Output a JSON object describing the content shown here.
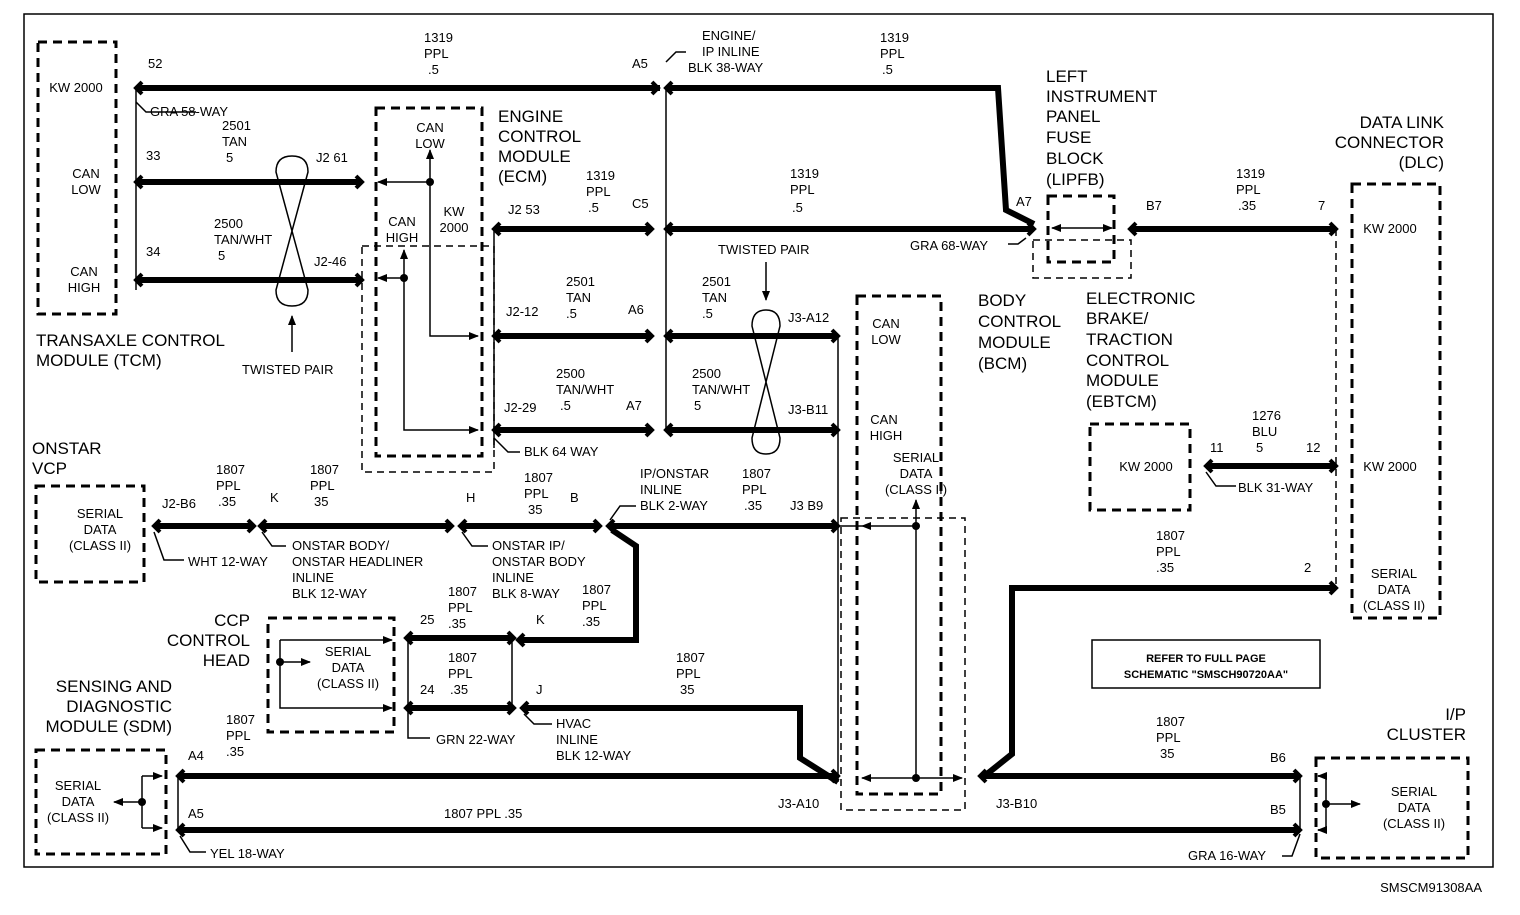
{
  "modules": {
    "tcm": {
      "name1": "TRANSAXLE CONTROL",
      "name2": "MODULE (TCM)",
      "kw": "KW 2000",
      "can_low1": "CAN",
      "can_low2": "LOW",
      "can_high1": "CAN",
      "can_high2": "HIGH"
    },
    "ecm": {
      "name1": "ENGINE",
      "name2": "CONTROL",
      "name3": "MODULE",
      "name4": "(ECM)",
      "can_low1": "CAN",
      "can_low2": "LOW",
      "can_high1": "CAN",
      "can_high2": "HIGH",
      "kw1": "KW",
      "kw2": "2000"
    },
    "lipfb": {
      "name1": "LEFT",
      "name2": "INSTRUMENT",
      "name3": "PANEL",
      "name4": "FUSE",
      "name5": "BLOCK",
      "name6": "(LIPFB)"
    },
    "dlc": {
      "name1": "DATA LINK",
      "name2": "CONNECTOR",
      "name3": "(DLC)",
      "kw1": "KW 2000",
      "kw2": "KW 2000",
      "serial1": "SERIAL",
      "serial2": "DATA",
      "serial3": "(CLASS II)"
    },
    "bcm": {
      "name1": "BODY",
      "name2": "CONTROL",
      "name3": "MODULE",
      "name4": "(BCM)",
      "can_low1": "CAN",
      "can_low2": "LOW",
      "can_high1": "CAN",
      "can_high2": "HIGH",
      "serial1": "SERIAL",
      "serial2": "DATA",
      "serial3": "(CLASS II)"
    },
    "ebtcm": {
      "name1": "ELECTRONIC",
      "name2": "BRAKE/",
      "name3": "TRACTION",
      "name4": "CONTROL",
      "name5": "MODULE",
      "name6": "(EBTCM)",
      "kw": "KW 2000"
    },
    "onstar": {
      "name1": "ONSTAR",
      "name2": "VCP",
      "serial1": "SERIAL",
      "serial2": "DATA",
      "serial3": "(CLASS II)"
    },
    "ccp": {
      "name1": "CCP",
      "name2": "CONTROL",
      "name3": "HEAD",
      "serial1": "SERIAL",
      "serial2": "DATA",
      "serial3": "(CLASS II)"
    },
    "sdm": {
      "name1": "SENSING AND",
      "name2": "DIAGNOSTIC",
      "name3": "MODULE (SDM)",
      "serial1": "SERIAL",
      "serial2": "DATA",
      "serial3": "(CLASS II)"
    },
    "ip": {
      "name1": "I/P",
      "name2": "CLUSTER",
      "serial1": "SERIAL",
      "serial2": "DATA",
      "serial3": "(CLASS II)"
    }
  },
  "wires": {
    "w1319_top_a": [
      "1319",
      "PPL",
      ".5"
    ],
    "w1319_top_b": [
      "1319",
      "PPL",
      ".5"
    ],
    "w2501_tcm": [
      "2501",
      "TAN",
      "5"
    ],
    "w2500_tcm": [
      "2500",
      "TAN/WHT",
      "5"
    ],
    "w1319_ecm": [
      "1319",
      "PPL",
      ".5"
    ],
    "w1319_mid": [
      "1319",
      "PPL",
      ".5"
    ],
    "w1319_dlc": [
      "1319",
      "PPL",
      ".35"
    ],
    "w2501_ecm": [
      "2501",
      "TAN",
      ".5"
    ],
    "w2501_bcm": [
      "2501",
      "TAN",
      ".5"
    ],
    "w2500_ecm": [
      "2500",
      "TAN/WHT",
      ".5"
    ],
    "w2500_bcm": [
      "2500",
      "TAN/WHT",
      "5"
    ],
    "w1276": [
      "1276",
      "BLU",
      "5"
    ],
    "w1807_a": [
      "1807",
      "PPL",
      ".35"
    ],
    "w1807_b": [
      "1807",
      "PPL",
      "35"
    ],
    "w1807_c": [
      "1807",
      "PPL",
      "35"
    ],
    "w1807_d": [
      "1807",
      "PPL",
      ".35"
    ],
    "w1807_dlc": [
      "1807",
      "PPL",
      ".35"
    ],
    "w1807_ccp1": [
      "1807",
      "PPL",
      ".35"
    ],
    "w1807_ccp2": [
      "1807",
      "PPL",
      ".35"
    ],
    "w1807_ccp3": [
      "1807",
      "PPL",
      ".35"
    ],
    "w1807_hvac": [
      "1807",
      "PPL",
      "35"
    ],
    "w1807_sdm": [
      "1807",
      "PPL",
      ".35"
    ],
    "w1807_ip": [
      "1807",
      "PPL",
      "35"
    ],
    "w1807_bottom": "1807 PPL .35"
  },
  "pins": {
    "p52": "52",
    "pA5_top": "A5",
    "p33": "33",
    "pJ261": "J2 61",
    "p34": "34",
    "pJ246": "J2-46",
    "pJ253": "J2 53",
    "pC5": "C5",
    "pJ212": "J2-12",
    "pA6": "A6",
    "pJ229": "J2-29",
    "pA7_ecm": "A7",
    "pJ3A12": "J3-A12",
    "pJ3B11": "J3-B11",
    "pA7_lipfb": "A7",
    "pB7": "B7",
    "p7": "7",
    "p11": "11",
    "p12": "12",
    "p2": "2",
    "pJ2B6": "J2-B6",
    "pK": "K",
    "pH": "H",
    "pB": "B",
    "pJ3B9": "J3 B9",
    "p25": "25",
    "pK2": "K",
    "p24": "24",
    "pJ": "J",
    "pA4": "A4",
    "pA5_sdm": "A5",
    "pJ3A10": "J3-A10",
    "pJ3B10": "J3-B10",
    "pB6": "B6",
    "pB5": "B5"
  },
  "connectors": {
    "gra58": "GRA 58-WAY",
    "engine_ip1": "ENGINE/",
    "engine_ip2": "IP INLINE",
    "engine_ip3": "BLK 38-WAY",
    "gra68": "GRA 68-WAY",
    "blk64": "BLK 64 WAY",
    "blk31": "BLK 31-WAY",
    "wht12": "WHT 12-WAY",
    "onstar_body1": "ONSTAR BODY/",
    "onstar_body2": "ONSTAR HEADLINER",
    "onstar_body3": "INLINE",
    "onstar_body4": "BLK 12-WAY",
    "onstar_ip1": "ONSTAR IP/",
    "onstar_ip2": "ONSTAR BODY",
    "onstar_ip3": "INLINE",
    "onstar_ip4": "BLK 8-WAY",
    "ip_onstar1": "IP/ONSTAR",
    "ip_onstar2": "INLINE",
    "ip_onstar3": "BLK 2-WAY",
    "grn22": "GRN 22-WAY",
    "hvac1": "HVAC",
    "hvac2": "INLINE",
    "hvac3": "BLK 12-WAY",
    "yel18": "YEL 18-WAY",
    "gra16": "GRA 16-WAY"
  },
  "notes": {
    "twisted_pair_tcm": "TWISTED PAIR",
    "twisted_pair_ecm": "TWISTED PAIR",
    "refer1": "REFER TO FULL PAGE",
    "refer2": "SCHEMATIC \"SMSCH90720AA\"",
    "figure_id": "SMSCM91308AA"
  }
}
